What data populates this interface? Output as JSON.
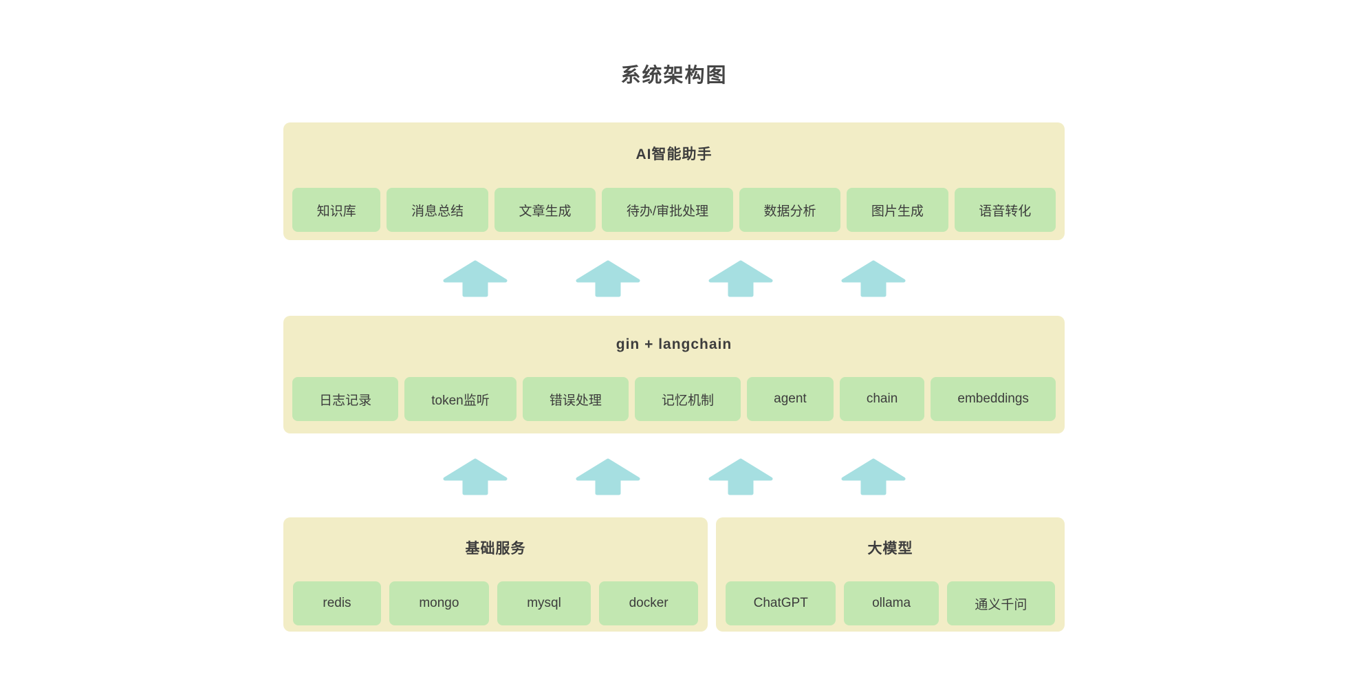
{
  "title": "系统架构图",
  "colors": {
    "layer_bg": "#f2edc6",
    "chip_bg": "#c2e7b1",
    "arrow": "#a6dfe1",
    "text": "#3d3d3d"
  },
  "layers": {
    "top": {
      "title": "AI智能助手",
      "chips": [
        "知识库",
        "消息总结",
        "文章生成",
        "待办/审批处理",
        "数据分析",
        "图片生成",
        "语音转化"
      ]
    },
    "middle": {
      "title": "gin + langchain",
      "chips": [
        "日志记录",
        "token监听",
        "错误处理",
        "记忆机制",
        "agent",
        "chain",
        "embeddings"
      ]
    },
    "bottom_left": {
      "title": "基础服务",
      "chips": [
        "redis",
        "mongo",
        "mysql",
        "docker"
      ]
    },
    "bottom_right": {
      "title": "大模型",
      "chips": [
        "ChatGPT",
        "ollama",
        "通义千问"
      ]
    }
  },
  "arrows": {
    "direction": "up",
    "rows": 2,
    "count_per_row": 4
  }
}
